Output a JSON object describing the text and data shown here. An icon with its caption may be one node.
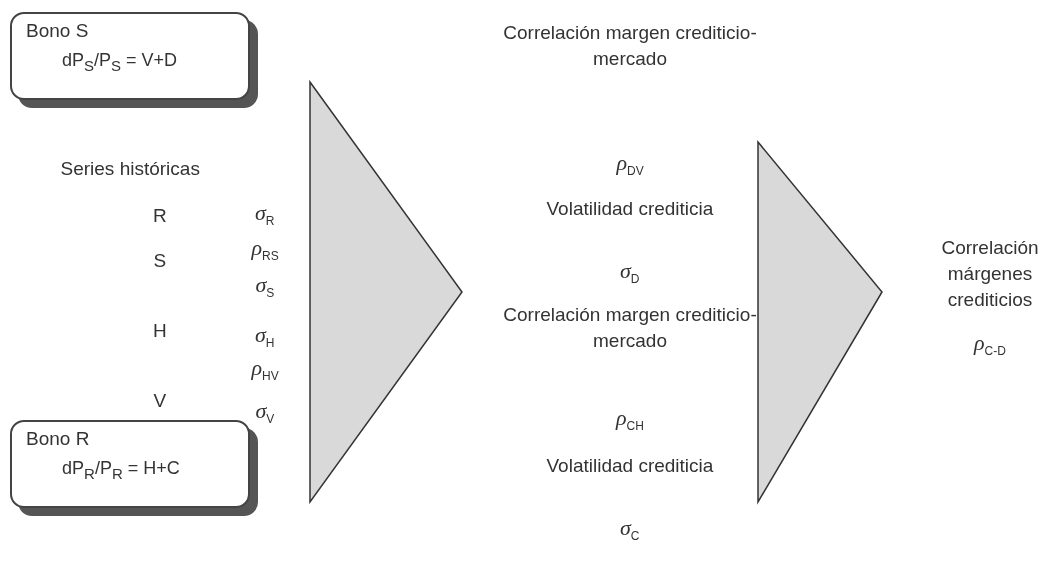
{
  "diagram": {
    "nodes": [
      {
        "text": [
          "Bono S",
          "dP$_{S}$/P$_{S}$ = V+D"
        ]
      },
      {
        "text": [
          "Bono R",
          "dP$_{R}$/P$_{R}$ = H+C"
        ]
      }
    ],
    "edges": [],
    "labels": [
      "Series históricas",
      "R",
      "σ$_{R}$",
      "ρ$_{RS}$",
      "S",
      "σ$_{S}$",
      "σ$_{H}$",
      "H",
      "ρ$_{HV}$",
      "V",
      "σ$_{V}$",
      "Correlación margen crediticio-mercado",
      "ρ$_{DV}$",
      "Volatilidad crediticia",
      "σ$_{D}$",
      "Correlación margen crediticio-mercado",
      "ρ$_{CH}$",
      "Volatilidad crediticia",
      "σ$_{C}$",
      "Correlación márgenes crediticios",
      "ρ$_{C-D}$"
    ]
  }
}
